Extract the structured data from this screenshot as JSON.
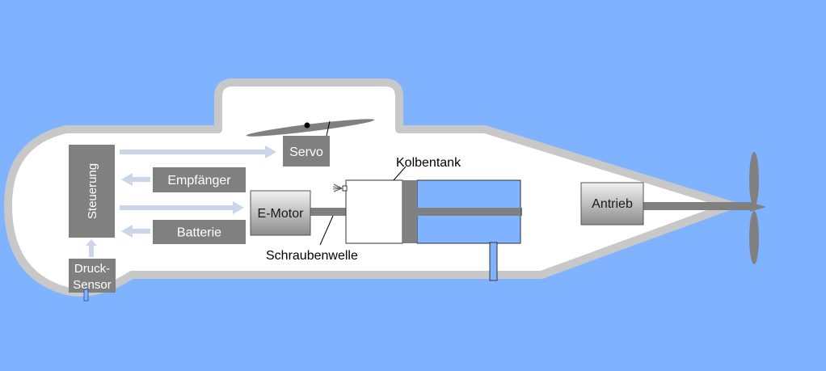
{
  "colors": {
    "water": "#80b3ff",
    "hull_outline": "#c8c8c8",
    "hull_fill": "#ffffff",
    "component": "#808080",
    "component_text": "#ffffff",
    "arrow": "#ccd6ea",
    "tank_water": "#80b3ff",
    "shaft": "#808080"
  },
  "labels": {
    "steuerung": "Steuerung",
    "servo": "Servo",
    "empfaenger": "Empfänger",
    "batterie": "Batterie",
    "e_motor": "E-Motor",
    "antrieb": "Antrieb",
    "druck_line1": "Druck-",
    "druck_line2": "Sensor",
    "kolbentank": "Kolbentank",
    "schraubenwelle": "Schraubenwelle"
  }
}
